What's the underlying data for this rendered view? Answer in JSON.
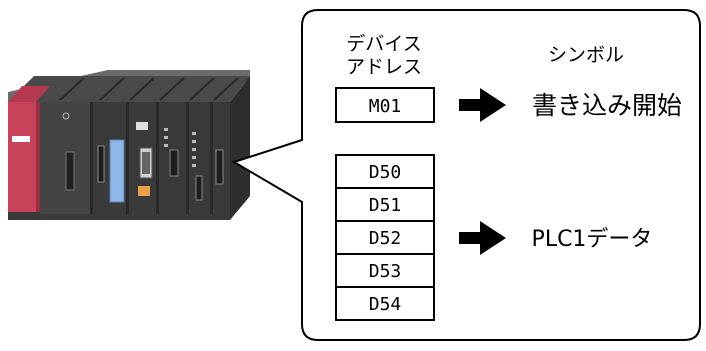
{
  "header": {
    "device_address_line1": "デバイス",
    "device_address_line2": "アドレス",
    "symbol": "シンボル"
  },
  "single_device": {
    "address": "M01",
    "symbol": "書き込み開始"
  },
  "device_group": {
    "addresses": [
      "D50",
      "D51",
      "D52",
      "D53",
      "D54"
    ],
    "symbol": "PLC1データ"
  },
  "icons": {
    "plc": "plc-rack-icon",
    "arrow": "right-arrow-icon"
  },
  "colors": {
    "plc_body": "#3a3a3a",
    "plc_power_module": "#c8435a",
    "plc_cpu_highlight": "#8fb8e8",
    "port_orange": "#e8a14a",
    "arrow": "#000000",
    "callout_border": "#000000"
  }
}
